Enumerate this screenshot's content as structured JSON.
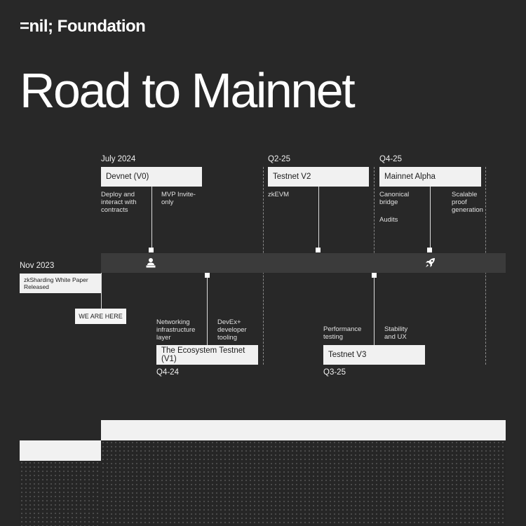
{
  "header": {
    "logo": "=nil; Foundation",
    "title": "Road to Mainnet"
  },
  "start": {
    "date": "Nov 2023",
    "event": "zkSharding White Paper Released",
    "here_label": "WE ARE HERE"
  },
  "milestones": {
    "devnet": {
      "date": "July 2024",
      "name": "Devnet (V0)",
      "notes": [
        "Deploy and interact with contracts",
        "MVP Invite-only"
      ]
    },
    "ecosystem": {
      "date": "Q4-24",
      "name": "The Ecosystem Testnet (V1)",
      "notes": [
        "Networking infrastructure layer",
        "DevEx+ developer tooling"
      ]
    },
    "testnet_v2": {
      "date": "Q2-25",
      "name": "Testnet V2",
      "notes": [
        "zkEVM"
      ]
    },
    "testnet_v3": {
      "date": "Q3-25",
      "name": "Testnet V3",
      "notes": [
        "Performance testing",
        "Stability and UX"
      ]
    },
    "mainnet_alpha": {
      "date": "Q4-25",
      "name": "Mainnet Alpha",
      "notes": [
        "Canonical bridge",
        "Audits",
        "Scalable proof generation"
      ]
    }
  },
  "icons": {
    "current": "person-at-laptop-icon",
    "goal": "rocket-icon"
  }
}
